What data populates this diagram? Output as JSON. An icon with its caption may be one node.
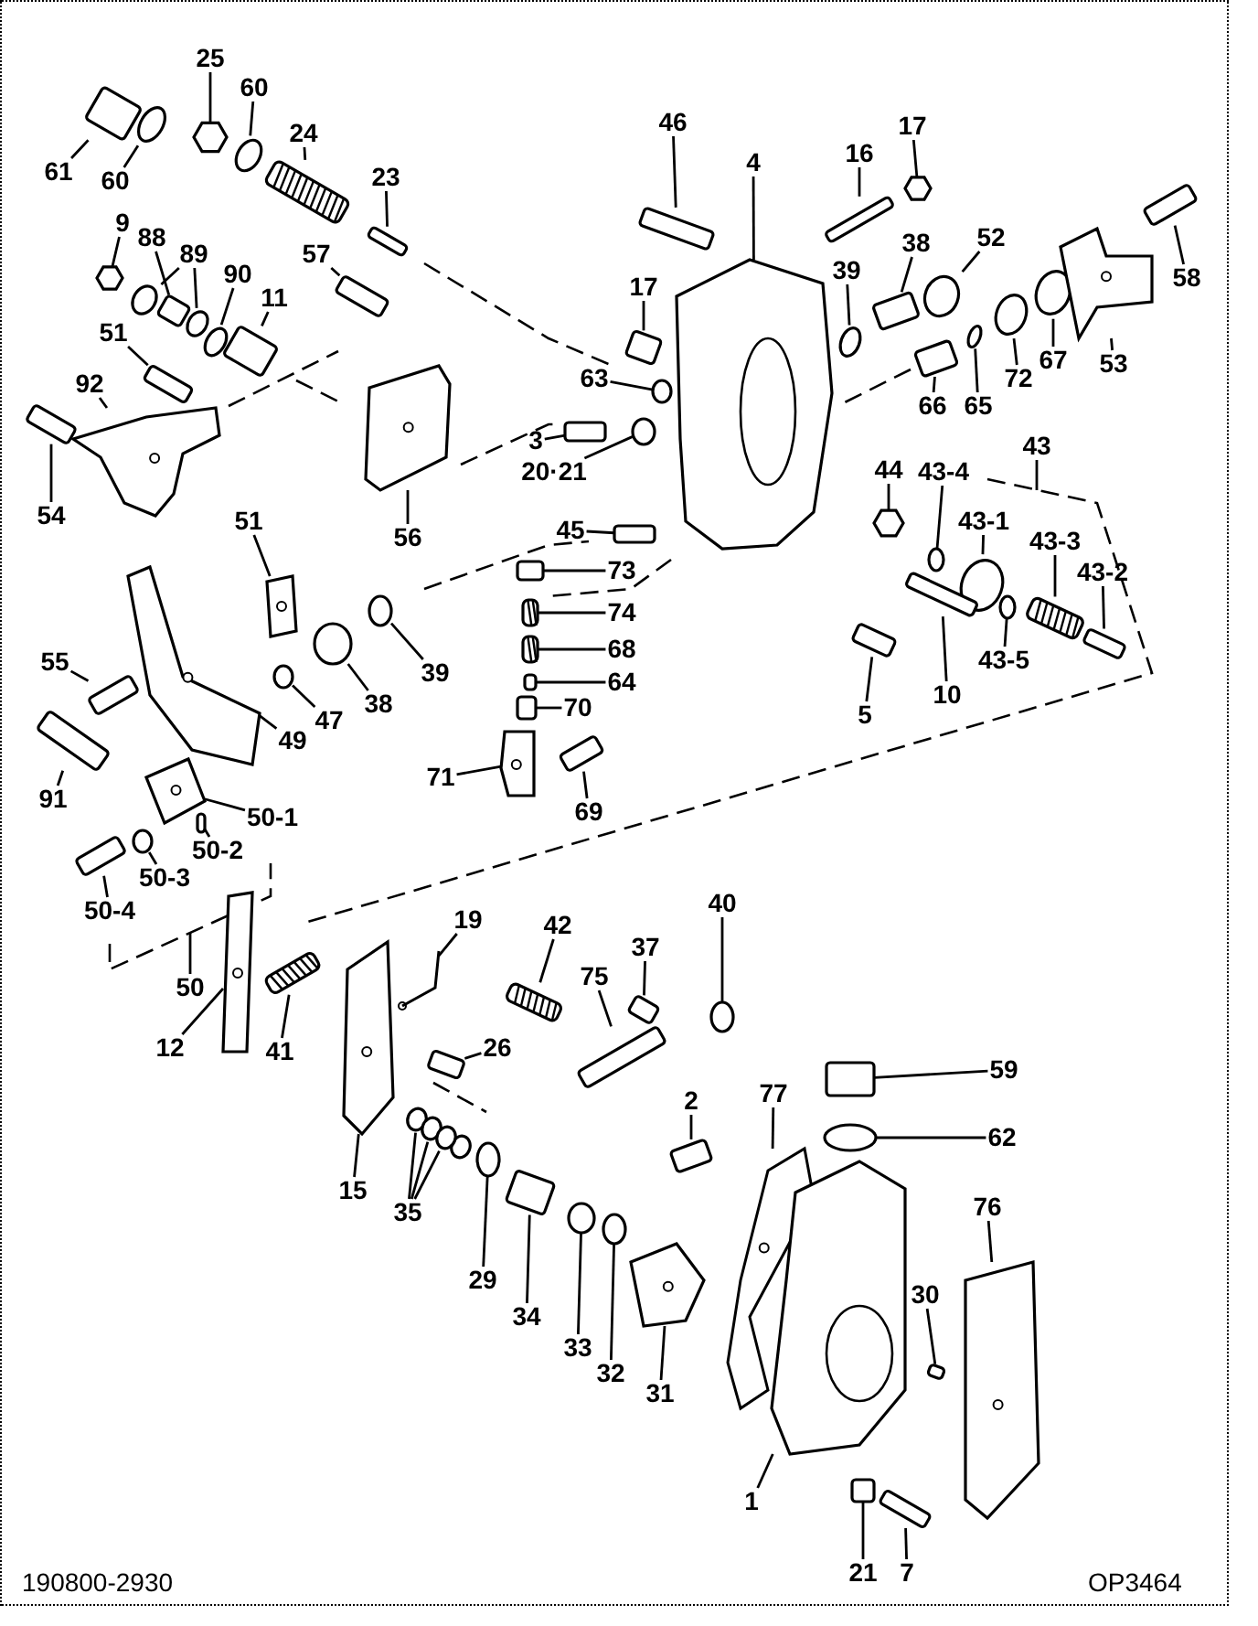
{
  "diagram": {
    "nodes": [
      {
        "text": [
          "61"
        ]
      },
      {
        "text": [
          "60"
        ]
      },
      {
        "text": [
          "25"
        ]
      },
      {
        "text": [
          "60"
        ]
      },
      {
        "text": [
          "24"
        ]
      },
      {
        "text": [
          "23"
        ]
      },
      {
        "text": [
          "9"
        ]
      },
      {
        "text": [
          "88"
        ]
      },
      {
        "text": [
          "89"
        ]
      },
      {
        "text": [
          "90"
        ]
      },
      {
        "text": [
          "11"
        ]
      },
      {
        "text": [
          "51"
        ]
      },
      {
        "text": [
          "92"
        ]
      },
      {
        "text": [
          "54"
        ]
      },
      {
        "text": [
          "57"
        ]
      },
      {
        "text": [
          "56"
        ]
      },
      {
        "text": [
          "46"
        ]
      },
      {
        "text": [
          "4"
        ]
      },
      {
        "text": [
          "16"
        ]
      },
      {
        "text": [
          "17"
        ]
      },
      {
        "text": [
          "17"
        ]
      },
      {
        "text": [
          "63"
        ]
      },
      {
        "text": [
          "39"
        ]
      },
      {
        "text": [
          "38"
        ]
      },
      {
        "text": [
          "52"
        ]
      },
      {
        "text": [
          "3"
        ]
      },
      {
        "text": [
          "20·21"
        ]
      },
      {
        "text": [
          "45"
        ]
      },
      {
        "text": [
          "66"
        ]
      },
      {
        "text": [
          "65"
        ]
      },
      {
        "text": [
          "72"
        ]
      },
      {
        "text": [
          "67"
        ]
      },
      {
        "text": [
          "53"
        ]
      },
      {
        "text": [
          "58"
        ]
      },
      {
        "text": [
          "44"
        ]
      },
      {
        "text": [
          "43-4"
        ]
      },
      {
        "text": [
          "43"
        ]
      },
      {
        "text": [
          "43-1"
        ]
      },
      {
        "text": [
          "43-3"
        ]
      },
      {
        "text": [
          "43-2"
        ]
      },
      {
        "text": [
          "43-5"
        ]
      },
      {
        "text": [
          "10"
        ]
      },
      {
        "text": [
          "5"
        ]
      },
      {
        "text": [
          "51"
        ]
      },
      {
        "text": [
          "73"
        ]
      },
      {
        "text": [
          "74"
        ]
      },
      {
        "text": [
          "68"
        ]
      },
      {
        "text": [
          "64"
        ]
      },
      {
        "text": [
          "70"
        ]
      },
      {
        "text": [
          "71"
        ]
      },
      {
        "text": [
          "69"
        ]
      },
      {
        "text": [
          "39"
        ]
      },
      {
        "text": [
          "38"
        ]
      },
      {
        "text": [
          "47"
        ]
      },
      {
        "text": [
          "55"
        ]
      },
      {
        "text": [
          "91"
        ]
      },
      {
        "text": [
          "49"
        ]
      },
      {
        "text": [
          "50-1"
        ]
      },
      {
        "text": [
          "50-2"
        ]
      },
      {
        "text": [
          "50-3"
        ]
      },
      {
        "text": [
          "50-4"
        ]
      },
      {
        "text": [
          "50"
        ]
      },
      {
        "text": [
          "19"
        ]
      },
      {
        "text": [
          "42"
        ]
      },
      {
        "text": [
          "40"
        ]
      },
      {
        "text": [
          "37"
        ]
      },
      {
        "text": [
          "75"
        ]
      },
      {
        "text": [
          "12"
        ]
      },
      {
        "text": [
          "41"
        ]
      },
      {
        "text": [
          "26"
        ]
      },
      {
        "text": [
          "59"
        ]
      },
      {
        "text": [
          "77"
        ]
      },
      {
        "text": [
          "2"
        ]
      },
      {
        "text": [
          "62"
        ]
      },
      {
        "text": [
          "76"
        ]
      },
      {
        "text": [
          "30"
        ]
      },
      {
        "text": [
          "15"
        ]
      },
      {
        "text": [
          "35"
        ]
      },
      {
        "text": [
          "29"
        ]
      },
      {
        "text": [
          "34"
        ]
      },
      {
        "text": [
          "33"
        ]
      },
      {
        "text": [
          "32"
        ]
      },
      {
        "text": [
          "31"
        ]
      },
      {
        "text": [
          "1"
        ]
      },
      {
        "text": [
          "21"
        ]
      },
      {
        "text": [
          "7"
        ]
      },
      {
        "text": [],
        "shape": "box"
      },
      {
        "text": [],
        "shape": "circle"
      },
      {
        "text": [],
        "shape": "hexagon"
      },
      {
        "text": [],
        "shape": "circle"
      },
      {
        "text": [],
        "shape": "picture"
      },
      {
        "text": [],
        "shape": "box"
      },
      {
        "text": [],
        "shape": "hexagon"
      },
      {
        "text": [],
        "shape": "box"
      },
      {
        "text": [],
        "shape": "circle"
      },
      {
        "text": [],
        "shape": "circle"
      },
      {
        "text": [],
        "shape": "circle"
      },
      {
        "text": [],
        "shape": "box"
      },
      {
        "text": [],
        "shape": "box"
      },
      {
        "text": [],
        "shape": "picture"
      },
      {
        "text": [],
        "shape": "box"
      },
      {
        "text": [],
        "shape": "box"
      },
      {
        "text": [],
        "shape": "picture"
      },
      {
        "text": [],
        "shape": "box"
      },
      {
        "text": [],
        "shape": "picture"
      },
      {
        "text": [],
        "shape": "box"
      },
      {
        "text": [],
        "shape": "hexagon"
      },
      {
        "text": [],
        "shape": "box"
      },
      {
        "text": [],
        "shape": "circle"
      },
      {
        "text": [],
        "shape": "circle"
      },
      {
        "text": [],
        "shape": "box"
      },
      {
        "text": [],
        "shape": "circle"
      },
      {
        "text": [],
        "shape": "box"
      },
      {
        "text": [],
        "shape": "circle"
      },
      {
        "text": [],
        "shape": "box"
      },
      {
        "text": [],
        "shape": "box"
      },
      {
        "text": [],
        "shape": "circle"
      },
      {
        "text": [],
        "shape": "circle"
      },
      {
        "text": [],
        "shape": "circle"
      },
      {
        "text": [],
        "shape": "picture"
      },
      {
        "text": [],
        "shape": "box"
      },
      {
        "text": [],
        "shape": "hexagon"
      },
      {
        "text": [],
        "shape": "circle"
      },
      {
        "text": [],
        "shape": "circle"
      },
      {
        "text": [],
        "shape": "picture"
      },
      {
        "text": [],
        "shape": "box"
      },
      {
        "text": [],
        "shape": "circle"
      },
      {
        "text": [],
        "shape": "box"
      },
      {
        "text": [],
        "shape": "box"
      },
      {
        "text": [],
        "shape": "picture"
      },
      {
        "text": [],
        "shape": "box"
      },
      {
        "text": [],
        "shape": "picture"
      },
      {
        "text": [],
        "shape": "picture"
      },
      {
        "text": [],
        "shape": "box"
      },
      {
        "text": [],
        "shape": "box"
      },
      {
        "text": [],
        "shape": "picture"
      },
      {
        "text": [],
        "shape": "box"
      },
      {
        "text": [],
        "shape": "circle"
      },
      {
        "text": [],
        "shape": "circle"
      },
      {
        "text": [],
        "shape": "circle"
      },
      {
        "text": [],
        "shape": "box"
      },
      {
        "text": [],
        "shape": "box"
      },
      {
        "text": [],
        "shape": "picture"
      },
      {
        "text": [],
        "shape": "picture"
      },
      {
        "text": [],
        "shape": "box"
      },
      {
        "text": [],
        "shape": "circle"
      },
      {
        "text": [],
        "shape": "box"
      },
      {
        "text": [],
        "shape": "picture"
      },
      {
        "text": [],
        "shape": "picture"
      },
      {
        "text": [],
        "shape": "circle"
      },
      {
        "text": [],
        "shape": "box"
      },
      {
        "text": [],
        "shape": "box"
      },
      {
        "text": [],
        "shape": "picture"
      },
      {
        "text": [],
        "shape": "picture"
      },
      {
        "text": [],
        "shape": "box"
      },
      {
        "text": [],
        "shape": "box"
      },
      {
        "text": [],
        "shape": "picture"
      },
      {
        "text": [],
        "shape": "box"
      },
      {
        "text": [],
        "shape": "circle"
      },
      {
        "text": [],
        "shape": "picture"
      },
      {
        "text": [],
        "shape": "box"
      },
      {
        "text": [],
        "shape": "picture"
      },
      {
        "text": [],
        "shape": "circle"
      },
      {
        "text": [],
        "shape": "circle"
      },
      {
        "text": [],
        "shape": "circle"
      },
      {
        "text": [],
        "shape": "circle"
      },
      {
        "text": [],
        "shape": "box"
      },
      {
        "text": [],
        "shape": "circle"
      },
      {
        "text": [],
        "shape": "circle"
      },
      {
        "text": [],
        "shape": "picture"
      },
      {
        "text": [],
        "shape": "picture"
      },
      {
        "text": [],
        "shape": "box"
      },
      {
        "text": [],
        "shape": "box"
      }
    ],
    "edges": [
      {
        "from": 0,
        "to": 86,
        "arrow": "none"
      },
      {
        "from": 1,
        "to": 87,
        "arrow": "none"
      },
      {
        "from": 2,
        "to": 88,
        "arrow": "none"
      },
      {
        "from": 3,
        "to": 89,
        "arrow": "none"
      },
      {
        "from": 4,
        "to": 90,
        "arrow": "none"
      },
      {
        "from": 5,
        "to": 91,
        "arrow": "none"
      },
      {
        "from": 6,
        "to": 92,
        "arrow": "none"
      },
      {
        "from": 7,
        "to": 93,
        "arrow": "none"
      },
      {
        "from": 8,
        "to": 94,
        "arrow": "none"
      },
      {
        "from": 8,
        "to": 95,
        "arrow": "none"
      },
      {
        "from": 9,
        "to": 96,
        "arrow": "none"
      },
      {
        "from": 10,
        "to": 97,
        "arrow": "none"
      },
      {
        "from": 11,
        "to": 98,
        "arrow": "none"
      },
      {
        "from": 12,
        "to": 99,
        "arrow": "none"
      },
      {
        "from": 13,
        "to": 100,
        "arrow": "none"
      },
      {
        "from": 14,
        "to": 101,
        "arrow": "none"
      },
      {
        "from": 15,
        "to": 102,
        "arrow": "none"
      },
      {
        "from": 16,
        "to": 103,
        "arrow": "none"
      },
      {
        "from": 17,
        "to": 104,
        "arrow": "none"
      },
      {
        "from": 18,
        "to": 105,
        "arrow": "none"
      },
      {
        "from": 19,
        "to": 106,
        "arrow": "none"
      },
      {
        "from": 20,
        "to": 107,
        "arrow": "none"
      },
      {
        "from": 21,
        "to": 108,
        "arrow": "none"
      },
      {
        "from": 22,
        "to": 109,
        "arrow": "none"
      },
      {
        "from": 23,
        "to": 110,
        "arrow": "none"
      },
      {
        "from": 24,
        "to": 111,
        "arrow": "none"
      },
      {
        "from": 25,
        "to": 112,
        "arrow": "none"
      },
      {
        "from": 26,
        "to": 113,
        "arrow": "none"
      },
      {
        "from": 27,
        "to": 114,
        "arrow": "none"
      },
      {
        "from": 28,
        "to": 115,
        "arrow": "none"
      },
      {
        "from": 29,
        "to": 116,
        "arrow": "none"
      },
      {
        "from": 30,
        "to": 117,
        "arrow": "none"
      },
      {
        "from": 31,
        "to": 118,
        "arrow": "none"
      },
      {
        "from": 32,
        "to": 119,
        "arrow": "none"
      },
      {
        "from": 33,
        "to": 120,
        "arrow": "none"
      },
      {
        "from": 34,
        "to": 121,
        "arrow": "none"
      },
      {
        "from": 35,
        "to": 122,
        "arrow": "none"
      },
      {
        "from": 36,
        "to": null,
        "arrow": "none"
      },
      {
        "from": 37,
        "to": 123,
        "arrow": "none"
      },
      {
        "from": 38,
        "to": 124,
        "arrow": "none"
      },
      {
        "from": 39,
        "to": 125,
        "arrow": "none"
      },
      {
        "from": 40,
        "to": 126,
        "arrow": "none"
      },
      {
        "from": 41,
        "to": 127,
        "arrow": "none"
      },
      {
        "from": 42,
        "to": 128,
        "arrow": "none"
      },
      {
        "from": 43,
        "to": 129,
        "arrow": "none"
      },
      {
        "from": 44,
        "to": 130,
        "arrow": "none"
      },
      {
        "from": 45,
        "to": 131,
        "arrow": "none"
      },
      {
        "from": 46,
        "to": 132,
        "arrow": "none"
      },
      {
        "from": 47,
        "to": 133,
        "arrow": "none"
      },
      {
        "from": 48,
        "to": 134,
        "arrow": "none"
      },
      {
        "from": 49,
        "to": 135,
        "arrow": "none"
      },
      {
        "from": 50,
        "to": 136,
        "arrow": "none"
      },
      {
        "from": 51,
        "to": 137,
        "arrow": "none"
      },
      {
        "from": 52,
        "to": 138,
        "arrow": "none"
      },
      {
        "from": 53,
        "to": 139,
        "arrow": "none"
      },
      {
        "from": 54,
        "to": 140,
        "arrow": "none"
      },
      {
        "from": 55,
        "to": 141,
        "arrow": "none"
      },
      {
        "from": 56,
        "to": 142,
        "arrow": "none"
      },
      {
        "from": 57,
        "to": 143,
        "arrow": "none"
      },
      {
        "from": 58,
        "to": 144,
        "arrow": "none"
      },
      {
        "from": 59,
        "to": 145,
        "arrow": "none"
      },
      {
        "from": 60,
        "to": 146,
        "arrow": "none"
      },
      {
        "from": 61,
        "to": null,
        "arrow": "none"
      },
      {
        "from": 62,
        "to": 147,
        "arrow": "none"
      },
      {
        "from": 63,
        "to": 148,
        "arrow": "none"
      },
      {
        "from": 64,
        "to": 149,
        "arrow": "none"
      },
      {
        "from": 65,
        "to": 150,
        "arrow": "none"
      },
      {
        "from": 66,
        "to": 151,
        "arrow": "none"
      },
      {
        "from": 67,
        "to": 152,
        "arrow": "none"
      },
      {
        "from": 68,
        "to": 153,
        "arrow": "none"
      },
      {
        "from": 69,
        "to": 154,
        "arrow": "none"
      },
      {
        "from": 70,
        "to": 155,
        "arrow": "none"
      },
      {
        "from": 71,
        "to": 156,
        "arrow": "none"
      },
      {
        "from": 72,
        "to": 157,
        "arrow": "none"
      },
      {
        "from": 73,
        "to": 158,
        "arrow": "none"
      },
      {
        "from": 74,
        "to": 159,
        "arrow": "none"
      },
      {
        "from": 75,
        "to": 160,
        "arrow": "none"
      },
      {
        "from": 76,
        "to": 161,
        "arrow": "none"
      },
      {
        "from": 77,
        "to": 162,
        "arrow": "none"
      },
      {
        "from": 77,
        "to": 163,
        "arrow": "none"
      },
      {
        "from": 77,
        "to": 164,
        "arrow": "none"
      },
      {
        "from": 78,
        "to": 165,
        "arrow": "none"
      },
      {
        "from": 79,
        "to": 166,
        "arrow": "none"
      },
      {
        "from": 80,
        "to": 167,
        "arrow": "none"
      },
      {
        "from": 81,
        "to": 168,
        "arrow": "none"
      },
      {
        "from": 82,
        "to": 169,
        "arrow": "none"
      },
      {
        "from": 83,
        "to": 170,
        "arrow": "none"
      },
      {
        "from": 84,
        "to": 171,
        "arrow": "none"
      },
      {
        "from": 85,
        "to": 172,
        "arrow": "none"
      }
    ],
    "labels": [
      "190800-2930",
      "OP3464"
    ]
  }
}
